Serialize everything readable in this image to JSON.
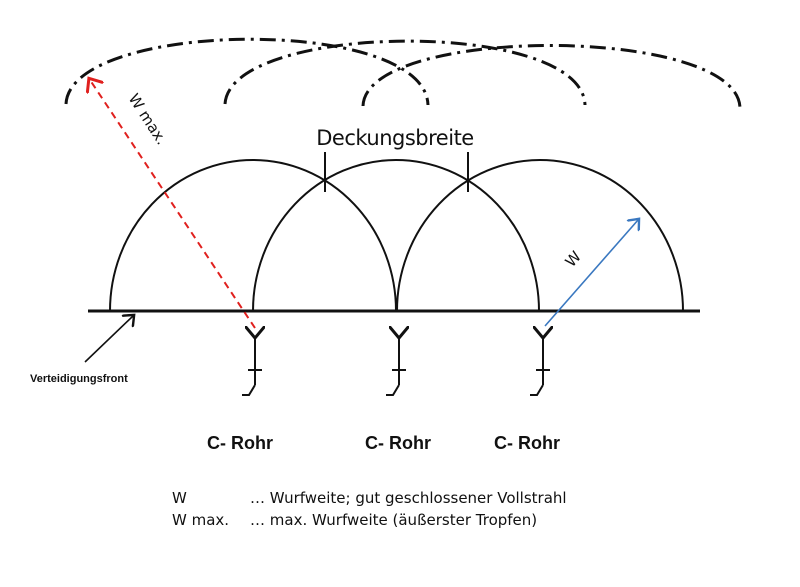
{
  "diagram": {
    "title_label": "Deckungsbreite",
    "front_label": "Verteidigungsfront",
    "w_max_label": "W max.",
    "w_label": "W",
    "pipes": [
      {
        "label": "C- Rohr"
      },
      {
        "label": "C- Rohr"
      },
      {
        "label": "C- Rohr"
      }
    ],
    "colors": {
      "w_max": "#e0201e",
      "w": "#3a78c0",
      "ink": "#111111"
    }
  },
  "legend": [
    {
      "key": "W",
      "text": "… Wurfweite; gut geschlossener Vollstrahl"
    },
    {
      "key": "W max.",
      "text": "… max. Wurfweite (äußerster Tropfen)"
    }
  ]
}
